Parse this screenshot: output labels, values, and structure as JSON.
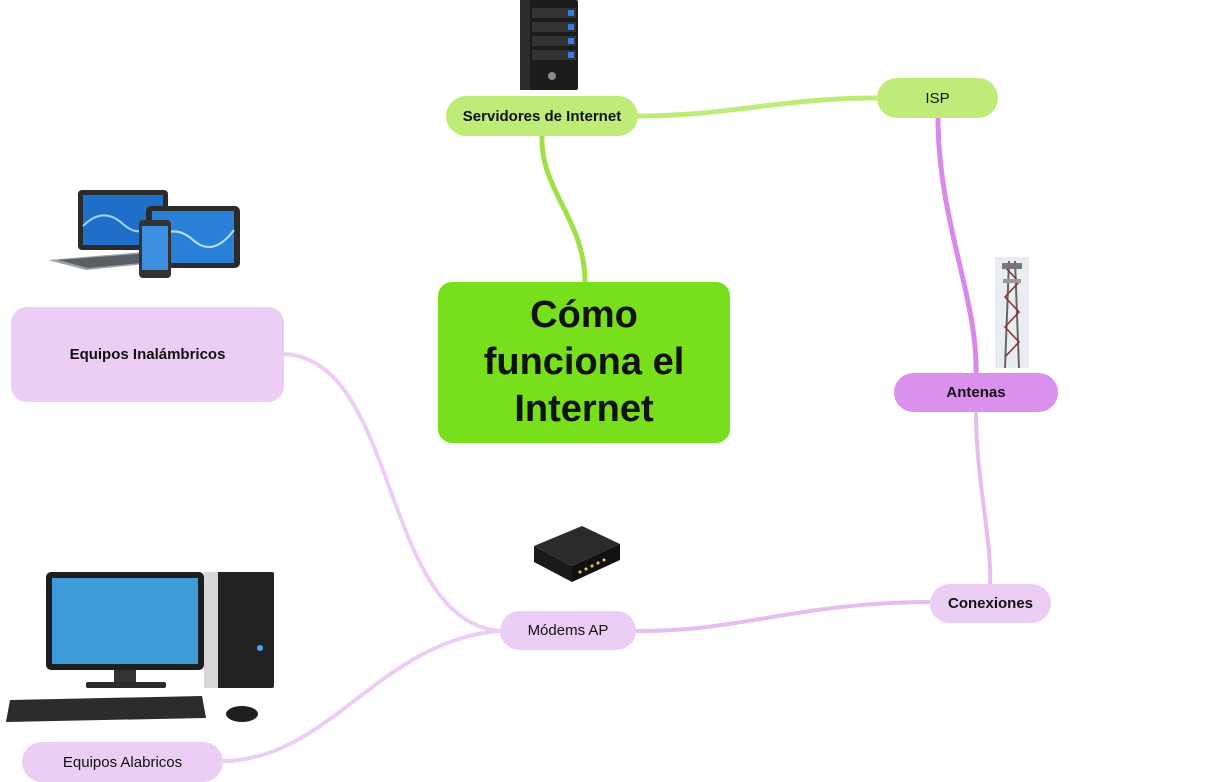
{
  "central": {
    "title": "Cómo funciona el Internet"
  },
  "nodes": {
    "servidores": "Servidores de Internet",
    "isp": "ISP",
    "antenas": "Antenas",
    "conexiones": "Conexiones",
    "modems": "Módems AP",
    "inalambricos": "Equipos Inalámbricos",
    "alambricos": "Equipos Alabricos"
  },
  "colors": {
    "central": "#77df1c",
    "green_branch": "#bfec78",
    "pink_branch": "#eccdf3",
    "pink_strong": "#dc90ee",
    "green_line": "#9ee046",
    "pink_line": "#e6bdf0",
    "purple_line": "#d98ae8"
  },
  "images": [
    "server-rack",
    "laptop-tablet-phone",
    "cell-tower",
    "modem-router",
    "desktop-computer"
  ]
}
